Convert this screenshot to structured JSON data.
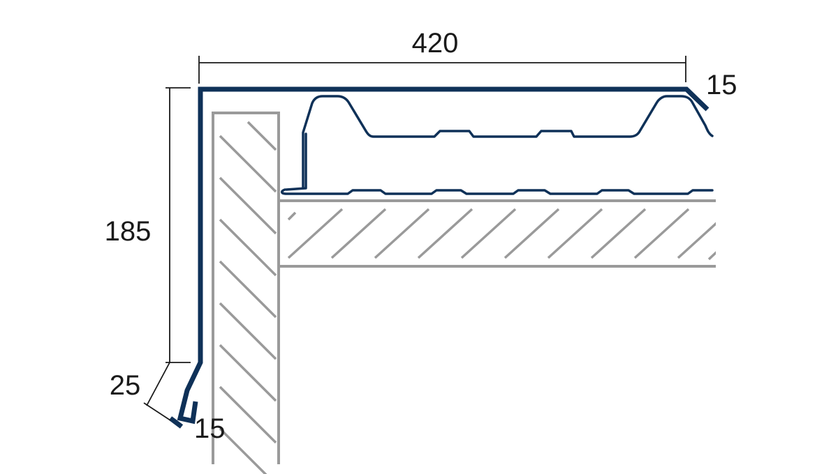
{
  "dimensions": {
    "top_length": "420",
    "height": "185",
    "lower_flange": "25",
    "bottom_return": "15",
    "top_return": "15"
  },
  "colors": {
    "flashing": "#0f3158",
    "sheet": "#0f3158",
    "wall": "#9a9a9a",
    "dimension": "#1a1a1a"
  }
}
